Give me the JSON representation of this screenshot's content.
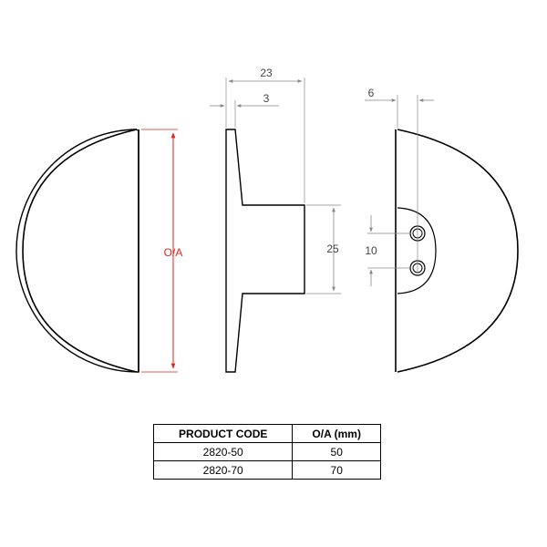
{
  "drawing": {
    "front_view": {
      "dimension_label": "O/A"
    },
    "side_view": {
      "overall_depth_label": "23",
      "base_thickness_label": "3",
      "boss_height_label": "25"
    },
    "back_view": {
      "hole_offset_label": "6",
      "hole_spacing_label": "10"
    },
    "colors": {
      "outline": "#000000",
      "dimension": "#888888",
      "oa_dimension": "#e0231c"
    }
  },
  "table": {
    "headers": [
      "PRODUCT CODE",
      "O/A (mm)"
    ],
    "rows": [
      {
        "code": "2820-50",
        "oa": "50"
      },
      {
        "code": "2820-70",
        "oa": "70"
      }
    ]
  }
}
